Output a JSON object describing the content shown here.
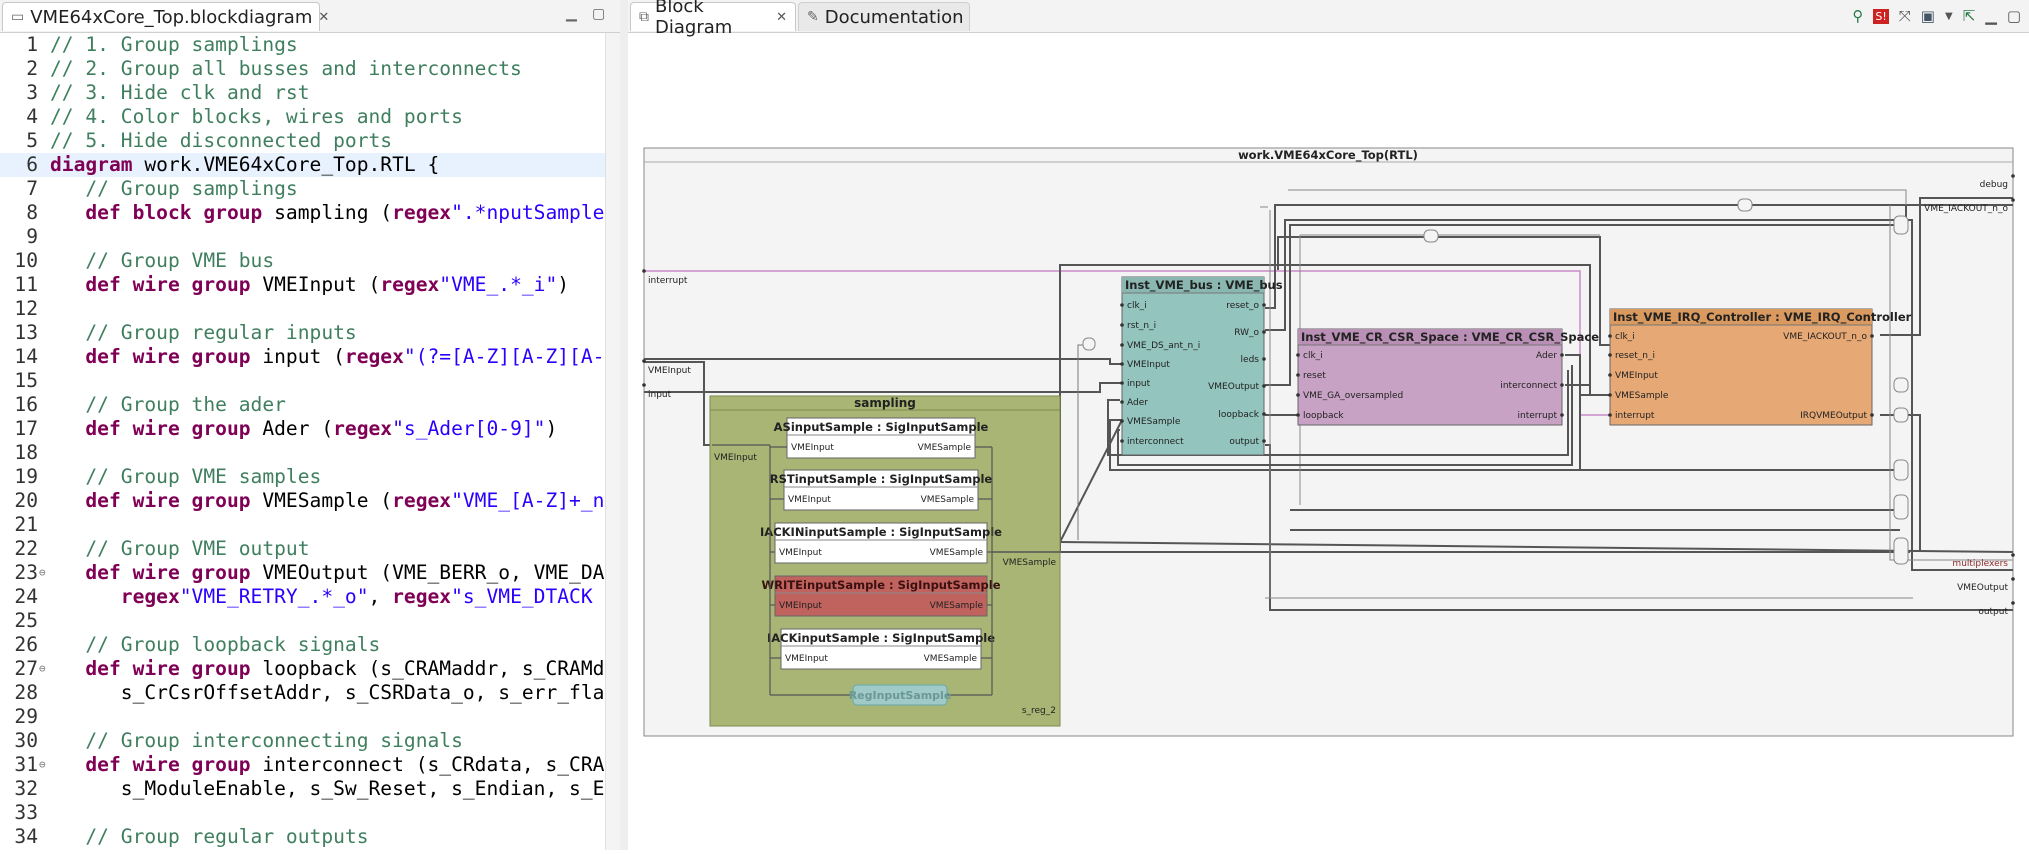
{
  "editor": {
    "tab_title": "VME64xCore_Top.blockdiagram",
    "current_line": 6,
    "lines": [
      {
        "n": "1",
        "segs": [
          {
            "t": "// 1. Group samplings",
            "c": "cm"
          }
        ]
      },
      {
        "n": "2",
        "segs": [
          {
            "t": "// 2. Group all busses and interconnects",
            "c": "cm"
          }
        ]
      },
      {
        "n": "3",
        "segs": [
          {
            "t": "// 3. Hide clk and rst",
            "c": "cm"
          }
        ]
      },
      {
        "n": "4",
        "segs": [
          {
            "t": "// 4. Color blocks, wires and ports",
            "c": "cm"
          }
        ]
      },
      {
        "n": "5",
        "segs": [
          {
            "t": "// 5. Hide disconnected ports",
            "c": "cm"
          }
        ]
      },
      {
        "n": "6",
        "segs": [
          {
            "t": "diagram",
            "c": "kw"
          },
          {
            "t": " work.VME64xCore_Top.RTL {",
            "c": ""
          }
        ]
      },
      {
        "n": "7",
        "segs": [
          {
            "t": "   // Group samplings",
            "c": "cm"
          }
        ]
      },
      {
        "n": "8",
        "segs": [
          {
            "t": "   ",
            "c": ""
          },
          {
            "t": "def block group",
            "c": "kw"
          },
          {
            "t": " sampling (",
            "c": ""
          },
          {
            "t": "regex",
            "c": "kw"
          },
          {
            "t": "\".*nputSample",
            "c": "st"
          }
        ]
      },
      {
        "n": "9",
        "segs": []
      },
      {
        "n": "10",
        "segs": [
          {
            "t": "   // Group VME bus",
            "c": "cm"
          }
        ]
      },
      {
        "n": "11",
        "segs": [
          {
            "t": "   ",
            "c": ""
          },
          {
            "t": "def wire group",
            "c": "kw"
          },
          {
            "t": " VMEInput (",
            "c": ""
          },
          {
            "t": "regex",
            "c": "kw"
          },
          {
            "t": "\"VME_.*_i\"",
            "c": "st"
          },
          {
            "t": ")",
            "c": ""
          }
        ]
      },
      {
        "n": "12",
        "segs": []
      },
      {
        "n": "13",
        "segs": [
          {
            "t": "   // Group regular inputs",
            "c": "cm"
          }
        ]
      },
      {
        "n": "14",
        "segs": [
          {
            "t": "   ",
            "c": ""
          },
          {
            "t": "def wire group",
            "c": "kw"
          },
          {
            "t": " input (",
            "c": ""
          },
          {
            "t": "regex",
            "c": "kw"
          },
          {
            "t": "\"(?=[A-Z][A-Z][A-",
            "c": "st"
          }
        ]
      },
      {
        "n": "15",
        "segs": []
      },
      {
        "n": "16",
        "segs": [
          {
            "t": "   // Group the ader",
            "c": "cm"
          }
        ]
      },
      {
        "n": "17",
        "segs": [
          {
            "t": "   ",
            "c": ""
          },
          {
            "t": "def wire group",
            "c": "kw"
          },
          {
            "t": " Ader (",
            "c": ""
          },
          {
            "t": "regex",
            "c": "kw"
          },
          {
            "t": "\"s_Ader[0-9]\"",
            "c": "st"
          },
          {
            "t": ")",
            "c": ""
          }
        ]
      },
      {
        "n": "18",
        "segs": []
      },
      {
        "n": "19",
        "segs": [
          {
            "t": "   // Group VME samples",
            "c": "cm"
          }
        ]
      },
      {
        "n": "20",
        "segs": [
          {
            "t": "   ",
            "c": ""
          },
          {
            "t": "def wire group",
            "c": "kw"
          },
          {
            "t": " VMESample (",
            "c": ""
          },
          {
            "t": "regex",
            "c": "kw"
          },
          {
            "t": "\"VME_[A-Z]+_n",
            "c": "st"
          }
        ]
      },
      {
        "n": "21",
        "segs": []
      },
      {
        "n": "22",
        "segs": [
          {
            "t": "   // Group VME output",
            "c": "cm"
          }
        ]
      },
      {
        "n": "23",
        "fold": true,
        "segs": [
          {
            "t": "   ",
            "c": ""
          },
          {
            "t": "def wire group",
            "c": "kw"
          },
          {
            "t": " VMEOutput (VME_BERR_o, VME_DA",
            "c": ""
          }
        ]
      },
      {
        "n": "24",
        "segs": [
          {
            "t": "      ",
            "c": ""
          },
          {
            "t": "regex",
            "c": "kw"
          },
          {
            "t": "\"VME_RETRY_.*_o\"",
            "c": "st"
          },
          {
            "t": ", ",
            "c": ""
          },
          {
            "t": "regex",
            "c": "kw"
          },
          {
            "t": "\"s_VME_DTACK",
            "c": "st"
          }
        ]
      },
      {
        "n": "25",
        "segs": []
      },
      {
        "n": "26",
        "segs": [
          {
            "t": "   // Group loopback signals",
            "c": "cm"
          }
        ]
      },
      {
        "n": "27",
        "fold": true,
        "segs": [
          {
            "t": "   ",
            "c": ""
          },
          {
            "t": "def wire group",
            "c": "kw"
          },
          {
            "t": " loopback (s_CRAMaddr, s_CRAMd",
            "c": ""
          }
        ]
      },
      {
        "n": "28",
        "segs": [
          {
            "t": "      s_CrCsrOffsetAddr, s_CSRData_o, s_err_fla",
            "c": ""
          }
        ]
      },
      {
        "n": "29",
        "segs": []
      },
      {
        "n": "30",
        "segs": [
          {
            "t": "   // Group interconnecting signals",
            "c": "cm"
          }
        ]
      },
      {
        "n": "31",
        "fold": true,
        "segs": [
          {
            "t": "   ",
            "c": ""
          },
          {
            "t": "def wire group",
            "c": "kw"
          },
          {
            "t": " interconnect (s_CRdata, s_CRA",
            "c": ""
          }
        ]
      },
      {
        "n": "32",
        "segs": [
          {
            "t": "      s_ModuleEnable, s_Sw_Reset, s_Endian, s_E",
            "c": ""
          }
        ]
      },
      {
        "n": "33",
        "segs": []
      },
      {
        "n": "34",
        "segs": [
          {
            "t": "   // Group regular outputs",
            "c": "cm"
          }
        ]
      }
    ]
  },
  "tabs": {
    "block_diagram": "Block Diagram",
    "documentation": "Documentation"
  },
  "diagram": {
    "title": "work.VME64xCore_Top(RTL)",
    "top_inputs": [
      "interrupt",
      "VMEInput",
      "input"
    ],
    "top_outputs": [
      "debug",
      "VME_IACKOUT_n_o",
      "multiplexers",
      "VMEOutput",
      "output"
    ],
    "group_label": "sampling",
    "group_ports": {
      "in": "VMEInput",
      "out": "VMESample",
      "reg": "s_reg_2"
    },
    "samplers": [
      {
        "title": "ASinputSample : SigInputSample",
        "in": "VMEInput",
        "out": "VMESample"
      },
      {
        "title": "RSTinputSample : SigInputSample",
        "in": "VMEInput",
        "out": "VMESample"
      },
      {
        "title": "IACKINinputSample : SigInputSample",
        "in": "VMEInput",
        "out": "VMESample"
      },
      {
        "title": "WRITEinputSample : SigInputSample",
        "in": "VMEInput",
        "out": "VMESample"
      },
      {
        "title": "IACKinputSample : SigInputSample",
        "in": "VMEInput",
        "out": "VMESample"
      }
    ],
    "reg_sample": "RegInputSample",
    "vme_bus": {
      "title": "Inst_VME_bus : VME_bus",
      "inputs": [
        "clk_i",
        "rst_n_i",
        "VME_DS_ant_n_i",
        "VMEInput",
        "input",
        "Ader",
        "VMESample",
        "interconnect"
      ],
      "outputs": [
        "reset_o",
        "RW_o",
        "leds",
        "VMEOutput",
        "loopback",
        "output"
      ]
    },
    "cr_csr": {
      "title": "Inst_VME_CR_CSR_Space : VME_CR_CSR_Space",
      "inputs": [
        "clk_i",
        "reset",
        "VME_GA_oversampled",
        "loopback"
      ],
      "outputs": [
        "Ader",
        "interconnect",
        "interrupt"
      ]
    },
    "irq": {
      "title": "Inst_VME_IRQ_Controller : VME_IRQ_Controller",
      "inputs": [
        "clk_i",
        "reset_n_i",
        "VMEInput",
        "VMESample",
        "interrupt"
      ],
      "outputs": [
        "VME_IACKOUT_n_o",
        "IRQVMEOutput"
      ]
    },
    "colors": {
      "outer_bg": "#f4f4f4",
      "sampling_bg": "#a9b574",
      "vme_bus_bg": "#93c4bd",
      "cr_csr_bg": "#c7a2c4",
      "irq_bg": "#e6a874",
      "write_sample_bg": "#c0625d",
      "reg_sample_bg": "#9fcac8",
      "interrupt_wire": "#c98ac6",
      "wire": "#555555"
    }
  }
}
